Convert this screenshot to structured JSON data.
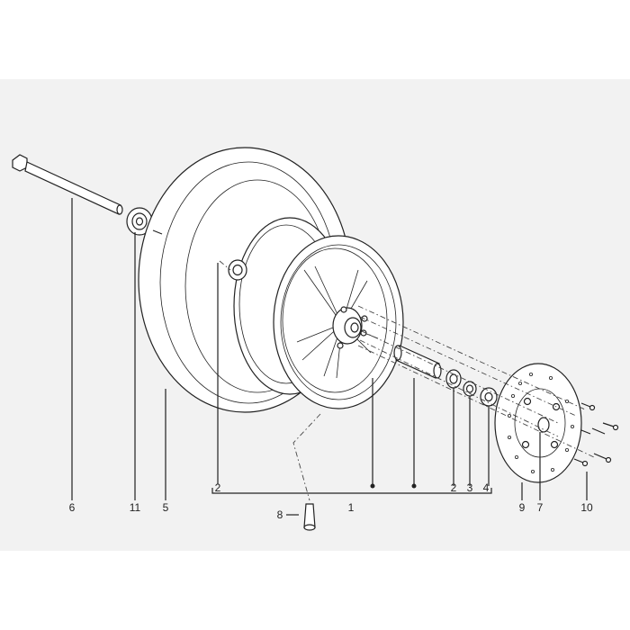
{
  "callouts": [
    {
      "id": "c6",
      "text": "6"
    },
    {
      "id": "c11",
      "text": "11"
    },
    {
      "id": "c5",
      "text": "5"
    },
    {
      "id": "c2a",
      "text": "2"
    },
    {
      "id": "c1",
      "text": "1"
    },
    {
      "id": "c2b",
      "text": "2"
    },
    {
      "id": "c3",
      "text": "3"
    },
    {
      "id": "c4",
      "text": "4"
    },
    {
      "id": "c9",
      "text": "9"
    },
    {
      "id": "c7",
      "text": "7"
    },
    {
      "id": "c10",
      "text": "10"
    },
    {
      "id": "c8",
      "text": "8"
    }
  ],
  "colors": {
    "panel": "#f2f2f2",
    "ink": "#222222",
    "paper": "#ffffff"
  }
}
